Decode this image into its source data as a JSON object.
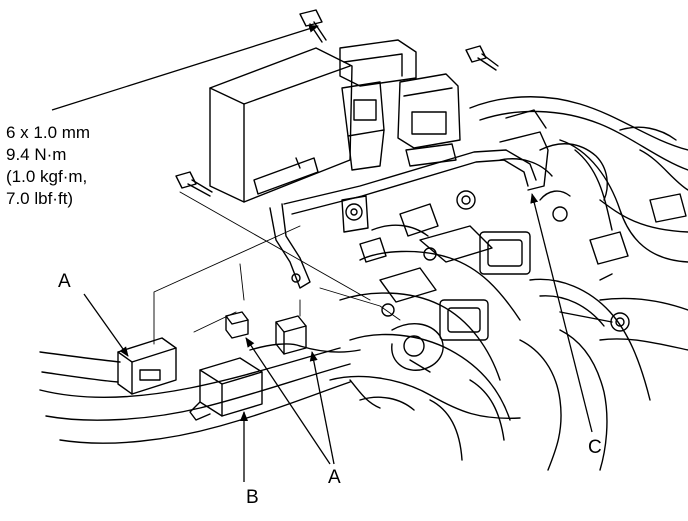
{
  "torque_spec": {
    "bolt_size": "6 x 1.0 mm",
    "torque_nm": "9.4 N·m",
    "torque_kgf": "(1.0 kgf·m,",
    "torque_lbf": "7.0 lbf·ft)"
  },
  "callouts": {
    "a_left": "A",
    "a_bottom": "A",
    "b": "B",
    "c": "C"
  },
  "colors": {
    "line": "#000000",
    "background": "#ffffff"
  }
}
